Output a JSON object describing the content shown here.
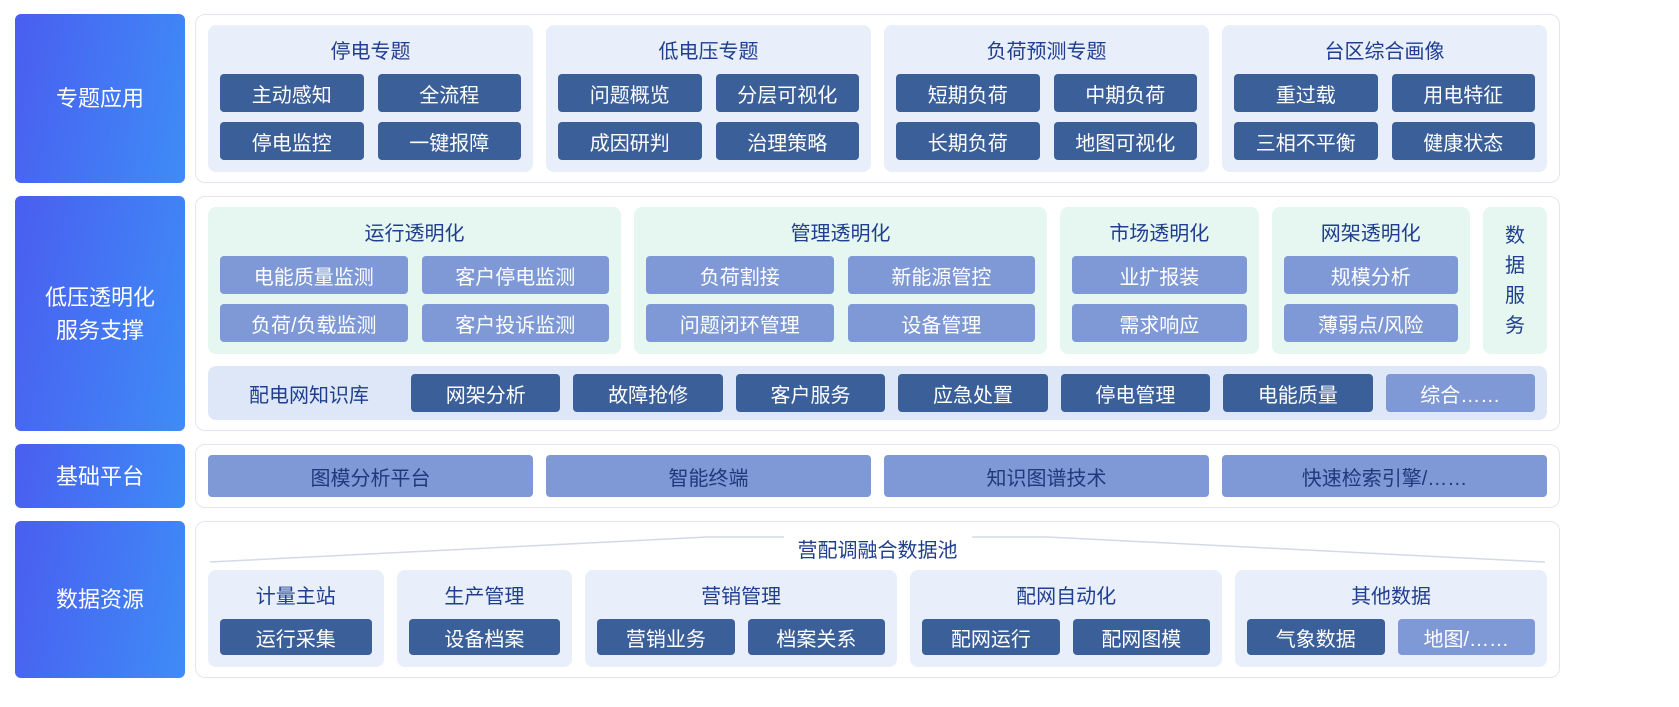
{
  "sidebar": {
    "items": [
      "专题应用",
      "低压透明化\n服务支撑",
      "基础平台",
      "数据资源"
    ]
  },
  "topic_apps": {
    "groups": [
      {
        "title": "停电专题",
        "buttons": [
          "主动感知",
          "全流程",
          "停电监控",
          "一键报障"
        ]
      },
      {
        "title": "低电压专题",
        "buttons": [
          "问题概览",
          "分层可视化",
          "成因研判",
          "治理策略"
        ]
      },
      {
        "title": "负荷预测专题",
        "buttons": [
          "短期负荷",
          "中期负荷",
          "长期负荷",
          "地图可视化"
        ]
      },
      {
        "title": "台区综合画像",
        "buttons": [
          "重过载",
          "用电特征",
          "三相不平衡",
          "健康状态"
        ]
      }
    ]
  },
  "transparency": {
    "groups": [
      {
        "title": "运行透明化",
        "buttons": [
          "电能质量监测",
          "客户停电监测",
          "负荷/负载监测",
          "客户投诉监测"
        ]
      },
      {
        "title": "管理透明化",
        "buttons": [
          "负荷割接",
          "新能源管控",
          "问题闭环管理",
          "设备管理"
        ]
      },
      {
        "title": "市场透明化",
        "buttons": [
          "业扩报装",
          "需求响应"
        ]
      },
      {
        "title": "网架透明化",
        "buttons": [
          "规模分析",
          "薄弱点/风险"
        ]
      }
    ],
    "data_service": "数据服务",
    "knowledge": {
      "label": "配电网知识库",
      "buttons": [
        "网架分析",
        "故障抢修",
        "客户服务",
        "应急处置",
        "停电管理",
        "电能质量"
      ],
      "more_button": "综合……"
    }
  },
  "platform": {
    "buttons": [
      "图模分析平台",
      "智能终端",
      "知识图谱技术",
      "快速检索引擎/……"
    ]
  },
  "data_resources": {
    "pool_title": "营配调融合数据池",
    "groups": [
      {
        "title": "计量主站",
        "buttons": [
          "运行采集"
        ]
      },
      {
        "title": "生产管理",
        "buttons": [
          "设备档案"
        ]
      },
      {
        "title": "营销管理",
        "buttons": [
          "营销业务",
          "档案关系"
        ]
      },
      {
        "title": "配网自动化",
        "buttons": [
          "配网运行",
          "配网图模"
        ]
      },
      {
        "title": "其他数据",
        "buttons": [
          "气象数据"
        ],
        "more_button": "地图/……"
      }
    ]
  },
  "colors": {
    "sidebar_gradient_start": "#4a5ef0",
    "sidebar_gradient_end": "#3e8cf7",
    "dark_button": "#3b5f98",
    "medium_button": "#7f99d6",
    "panel_light_blue": "#e9eefb",
    "panel_light_green": "#e6f6f0",
    "strip_light_blue": "#dde7f7",
    "title_text": "#1f3e8f"
  }
}
